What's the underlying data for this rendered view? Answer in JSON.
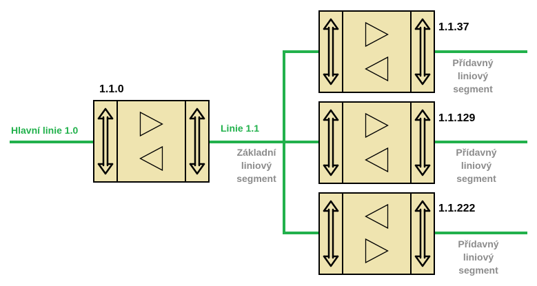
{
  "colors": {
    "line": "#22b14c",
    "device_fill": "#efe4b0",
    "device_stroke": "#000000",
    "id_text": "#000000",
    "segment_text": "#8c8c8c"
  },
  "labels": {
    "main_line": "Hlavní linie 1.0",
    "line_1_1": "Linie 1.1",
    "base_segment": [
      "Základní",
      "liniový",
      "segment"
    ]
  },
  "devices": [
    {
      "id": "1.1.0",
      "icon": "coupler-device-icon",
      "triangles": "right-over-left"
    },
    {
      "id": "1.1.37",
      "icon": "coupler-device-icon",
      "triangles": "right-over-left",
      "segment": [
        "Přídavný",
        "liniový",
        "segment"
      ]
    },
    {
      "id": "1.1.129",
      "icon": "coupler-device-icon",
      "triangles": "right-over-left",
      "segment": [
        "Přídavný",
        "liniový",
        "segment"
      ]
    },
    {
      "id": "1.1.222",
      "icon": "coupler-device-icon",
      "triangles": "left-over-right",
      "segment": [
        "Přídavný",
        "liniový",
        "segment"
      ]
    }
  ]
}
